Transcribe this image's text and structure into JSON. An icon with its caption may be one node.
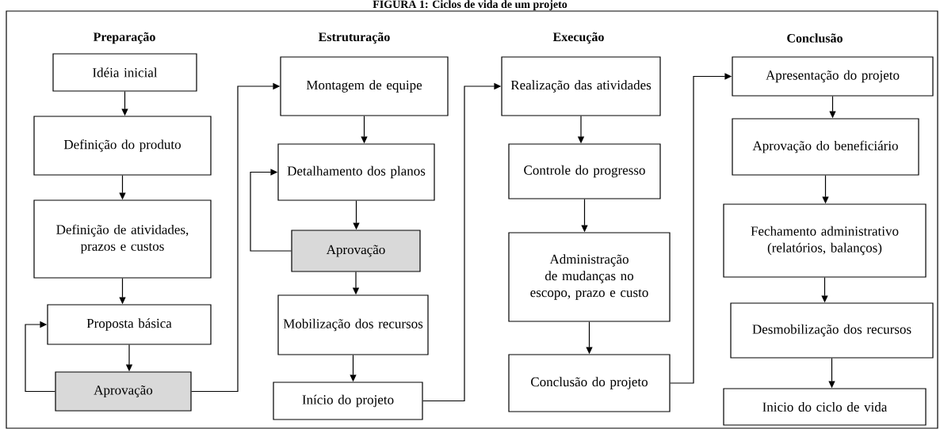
{
  "diagram": {
    "title": "FIGURA 1: Ciclos de vida de um projeto",
    "nodes": [
      {
        "text": [
          "Idéia inicial"
        ]
      },
      {
        "text": [
          "Definição do produto"
        ]
      },
      {
        "text": [
          "Definição de atividades, prazos e custos"
        ]
      },
      {
        "text": [
          "Proposta básica"
        ]
      },
      {
        "text": [
          "Aprovação"
        ]
      },
      {
        "text": [
          "Montagem de equipe"
        ]
      },
      {
        "text": [
          "Detalhamento dos planos"
        ]
      },
      {
        "text": [
          "Aprovação"
        ]
      },
      {
        "text": [
          "Mobilização dos recursos"
        ]
      },
      {
        "text": [
          "Início do projeto"
        ]
      },
      {
        "text": [
          "Realização das atividades"
        ]
      },
      {
        "text": [
          "Controle do progresso"
        ]
      },
      {
        "text": [
          "Administração de mudanças no escopo, prazo e custo"
        ]
      },
      {
        "text": [
          "Conclusão do projeto"
        ]
      },
      {
        "text": [
          "Apresentação do projeto"
        ]
      },
      {
        "text": [
          "Aprovação do beneficiário"
        ]
      },
      {
        "text": [
          "Fechamento administrativo (relatórios, balanços)"
        ]
      },
      {
        "text": [
          "Desmobilização dos recursos"
        ]
      },
      {
        "text": [
          "Inicio do ciclo de vida"
        ]
      }
    ],
    "edges": [
      {
        "from": 0,
        "to": 1,
        "arrow": "to"
      },
      {
        "from": 1,
        "to": 2,
        "arrow": "to"
      },
      {
        "from": 2,
        "to": 3,
        "arrow": "to"
      },
      {
        "from": 3,
        "to": 4,
        "arrow": "to"
      },
      {
        "from": 4,
        "to": 3,
        "arrow": "to"
      },
      {
        "from": 4,
        "to": 5,
        "arrow": "to"
      },
      {
        "from": 5,
        "to": 6,
        "arrow": "to"
      },
      {
        "from": 6,
        "to": 7,
        "arrow": "to"
      },
      {
        "from": 7,
        "to": 6,
        "arrow": "to"
      },
      {
        "from": 7,
        "to": 8,
        "arrow": "to"
      },
      {
        "from": 8,
        "to": 9,
        "arrow": "to"
      },
      {
        "from": 9,
        "to": 10,
        "arrow": "to"
      },
      {
        "from": 10,
        "to": 11,
        "arrow": "to"
      },
      {
        "from": 11,
        "to": 12,
        "arrow": "to"
      },
      {
        "from": 12,
        "to": 13,
        "arrow": "to"
      },
      {
        "from": 13,
        "to": 14,
        "arrow": "to"
      },
      {
        "from": 14,
        "to": 15,
        "arrow": "to"
      },
      {
        "from": 15,
        "to": 16,
        "arrow": "to"
      },
      {
        "from": 16,
        "to": 17,
        "arrow": "to"
      },
      {
        "from": 17,
        "to": 18,
        "arrow": "to"
      }
    ],
    "labels": [
      "Preparação",
      "Estruturação",
      "Execução",
      "Conclusão"
    ]
  }
}
